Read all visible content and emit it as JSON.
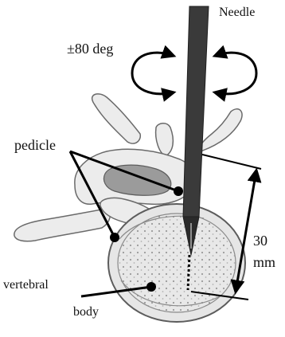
{
  "labels": {
    "needle": "Needle",
    "rotation": "±80 deg",
    "pedicle": "pedicle",
    "depth_value": "30",
    "depth_unit": "mm",
    "vertebral_body_line1": "vertebral",
    "vertebral_body_line2": "body"
  },
  "colors": {
    "bone_fill": "#ececec",
    "bone_shadow": "#8c8c8c",
    "bone_outline": "#5c5c5c",
    "needle_fill": "#3a3a3a",
    "annotation": "#000000"
  }
}
